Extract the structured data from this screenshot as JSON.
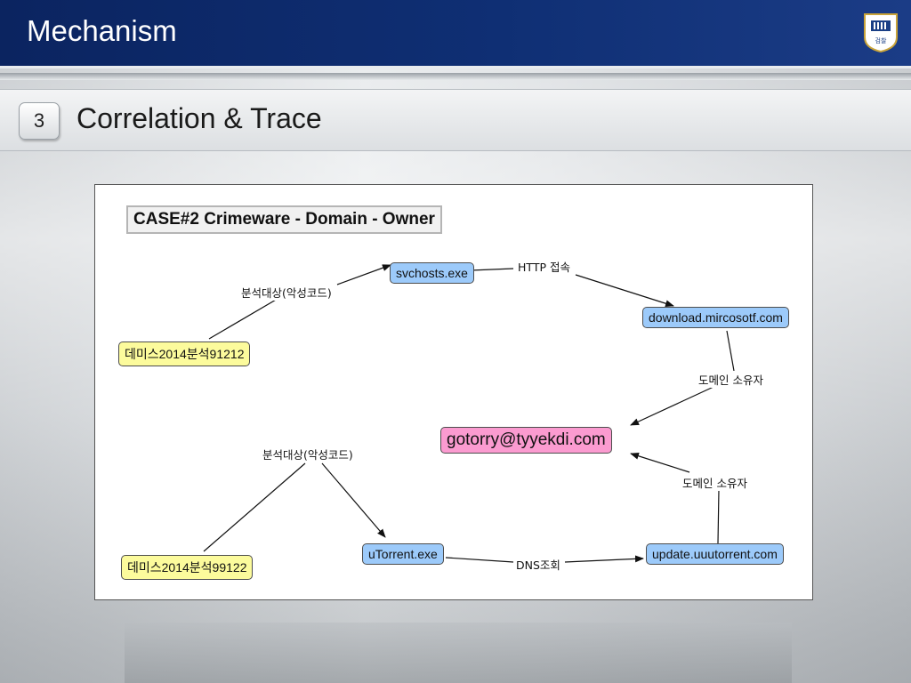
{
  "header": {
    "title": "Mechanism",
    "logo_text": "검찰"
  },
  "section": {
    "number": "3",
    "title": "Correlation & Trace"
  },
  "diagram": {
    "case_title": "CASE#2  Crimeware - Domain - Owner",
    "nodes": {
      "svchosts": "svchosts.exe",
      "download_domain": "download.mircosotf.com",
      "sample_91212": "데미스2014분석91212",
      "email": "gotorry@tyyekdi.com",
      "utorrent": "uTorrent.exe",
      "sample_99122": "데미스2014분석99122",
      "update_domain": "update.uuutorrent.com"
    },
    "edge_labels": {
      "analysis_top": "분석대상(악성코드)",
      "http_access": "HTTP 접속",
      "owner_top": "도메인 소유자",
      "analysis_bottom": "분석대상(악성코드)",
      "owner_bottom": "도메인 소유자",
      "dns_query": "DNS조회"
    }
  }
}
